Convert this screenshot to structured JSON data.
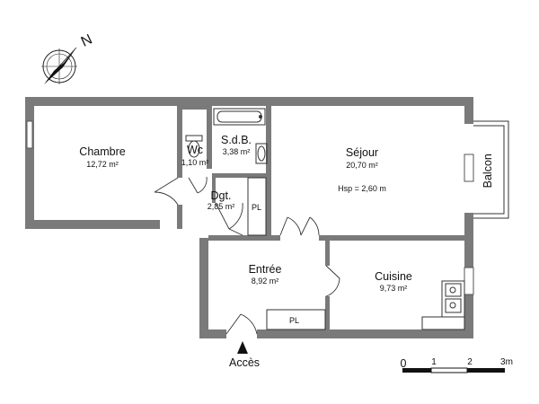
{
  "compass": {
    "north_label": "N",
    "icon": "north-arrow-compass"
  },
  "rooms": {
    "chambre": {
      "name": "Chambre",
      "area": "12,72 m²"
    },
    "wc": {
      "name": "Wc",
      "area": "1,10 m²"
    },
    "sdb": {
      "name": "S.d.B.",
      "area": "3,38 m²"
    },
    "sejour": {
      "name": "Séjour",
      "area": "20,70 m²",
      "height_note": "Hsp = 2,60 m"
    },
    "dgt": {
      "name": "Dgt.",
      "area": "2,85 m²"
    },
    "entree": {
      "name": "Entrée",
      "area": "8,92 m²"
    },
    "cuisine": {
      "name": "Cuisine",
      "area": "9,73 m²"
    },
    "balcon": {
      "name": "Balcon"
    }
  },
  "placards": {
    "pl_dgt": "PL",
    "pl_entree": "PL"
  },
  "access": {
    "label": "Accès"
  },
  "scale": {
    "ticks": [
      "0",
      "1",
      "2",
      "3m"
    ]
  },
  "colors": {
    "wall": "#7a7a7a",
    "line": "#222222"
  }
}
